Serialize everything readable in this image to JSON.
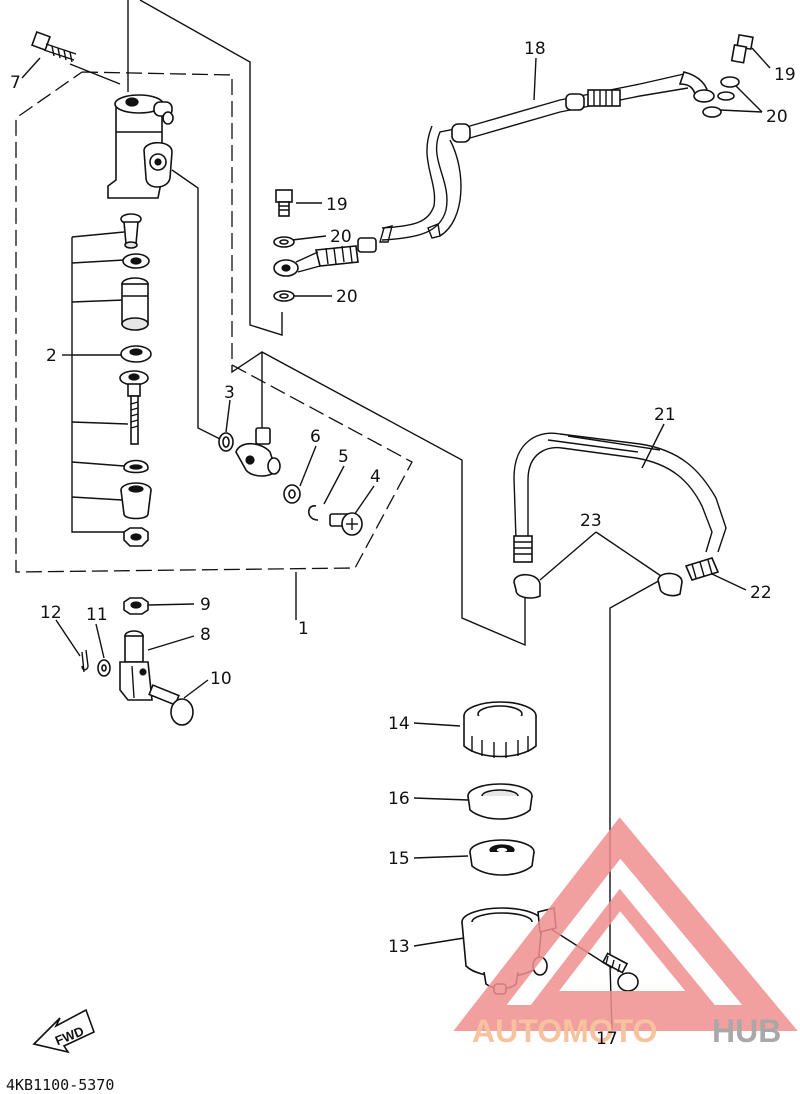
{
  "diagram_code": "4KB1100-5370",
  "fwd_label": "FWD",
  "watermark": {
    "part1": "AUTOMOTO",
    "part2": "HUB",
    "accent_color": "#f08f8f",
    "text_color": "#f6b88e",
    "gray_color": "#9a9a9a"
  },
  "callouts": {
    "c1": "1",
    "c2": "2",
    "c3": "3",
    "c4": "4",
    "c5": "5",
    "c6": "6",
    "c7": "7",
    "c8": "8",
    "c9": "9",
    "c10": "10",
    "c11": "11",
    "c12": "12",
    "c13": "13",
    "c14": "14",
    "c15": "15",
    "c16": "16",
    "c17": "17",
    "c18": "18",
    "c19a": "19",
    "c19b": "19",
    "c20a": "20",
    "c20b": "20",
    "c20c": "20",
    "c21": "21",
    "c22": "22",
    "c23": "23"
  }
}
